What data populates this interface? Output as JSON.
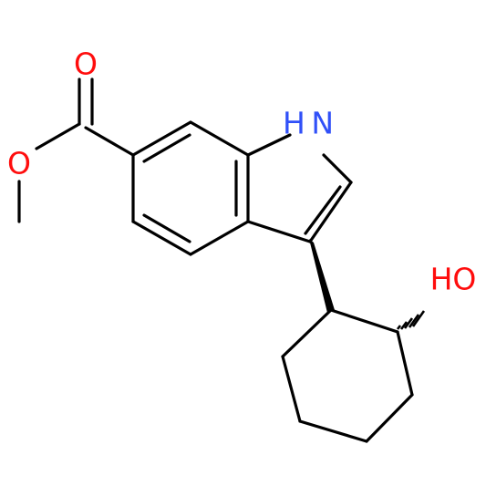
{
  "colors": {
    "bond": "#000000",
    "oxygen": "#ff0d0d",
    "nitrogen": "#3050f8"
  },
  "labels": {
    "carbonyl_oxygen": "O",
    "ester_oxygen": "O",
    "indole_nh": "H N",
    "hydroxyl": "HO"
  }
}
